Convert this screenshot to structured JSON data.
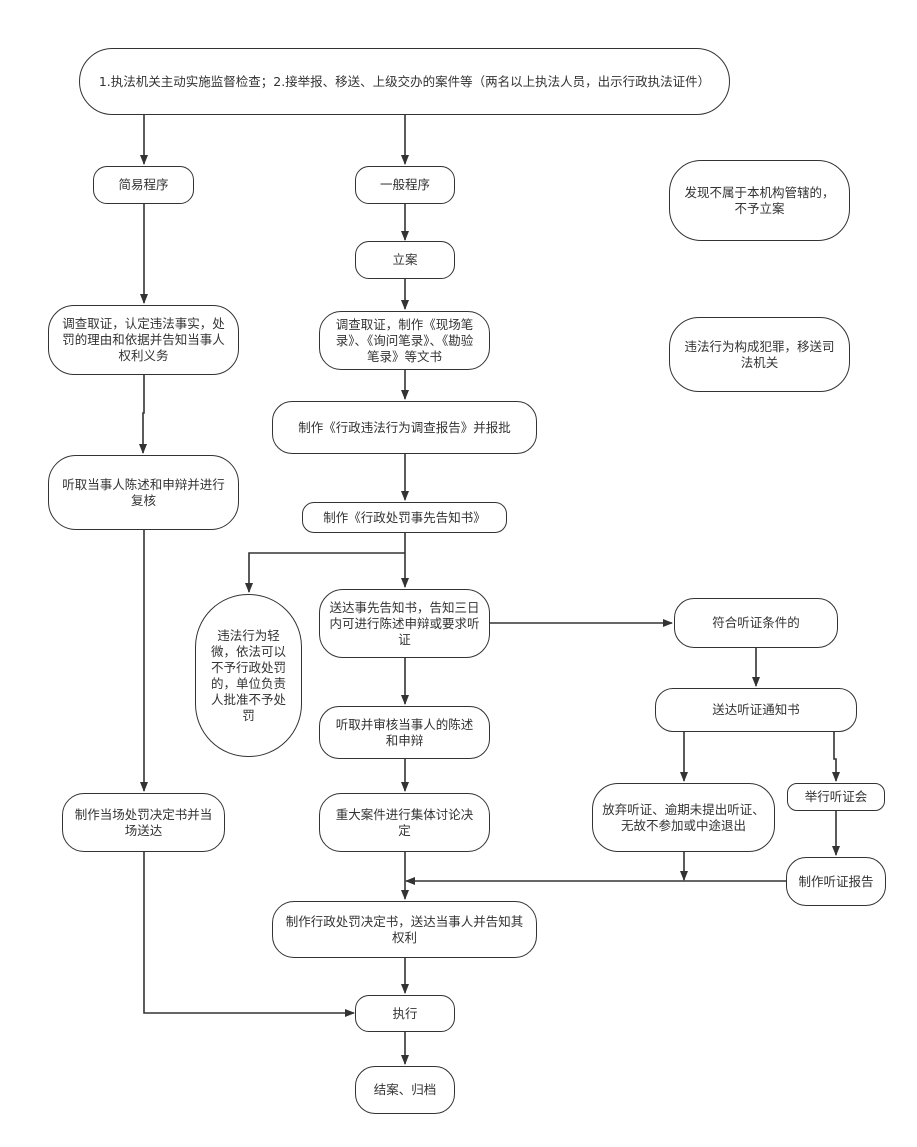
{
  "nodes": {
    "start": "1.执法机关主动实施监督检查；2.接举报、移送、上级交办的案件等（两名以上执法人员，出示行政执法证件）",
    "simple": "简易程序",
    "general": "一般程序",
    "not_jurisdiction": "发现不属于本机构管辖的，不予立案",
    "register": "立案",
    "simple_investigate": "调查取证，认定违法事实，处罚的理由和依据并告知当事人权利义务",
    "general_investigate": "调查取证，制作《现场笔录》、《询问笔录》、《勘验笔录》等文书",
    "crime_transfer": "违法行为构成犯罪，移送司法机关",
    "report": "制作《行政违法行为调查报告》并报批",
    "simple_hear": "听取当事人陈述和申辩并进行复核",
    "prior_notice": "制作《行政处罚事先告知书》",
    "minor": "违法行为轻微，依法可以不予行政处罚的，单位负责人批准不予处罚",
    "deliver_notice": "送达事先告知书，告知三日内可进行陈述申辩或要求听证",
    "hearing_condition": "符合听证条件的",
    "review_statement": "听取并审核当事人的陈述和申辩",
    "hearing_notice": "送达听证通知书",
    "onsite_decision": "制作当场处罚决定书并当场送达",
    "collective": "重大案件进行集体讨论决定",
    "waive": "放弃听证、逾期未提出听证、无故不参加或中途退出",
    "hold_hearing": "举行听证会",
    "hearing_report": "制作听证报告",
    "decision": "制作行政处罚决定书，送达当事人并告知其权利",
    "execute": "执行",
    "close": "结案、归档"
  }
}
